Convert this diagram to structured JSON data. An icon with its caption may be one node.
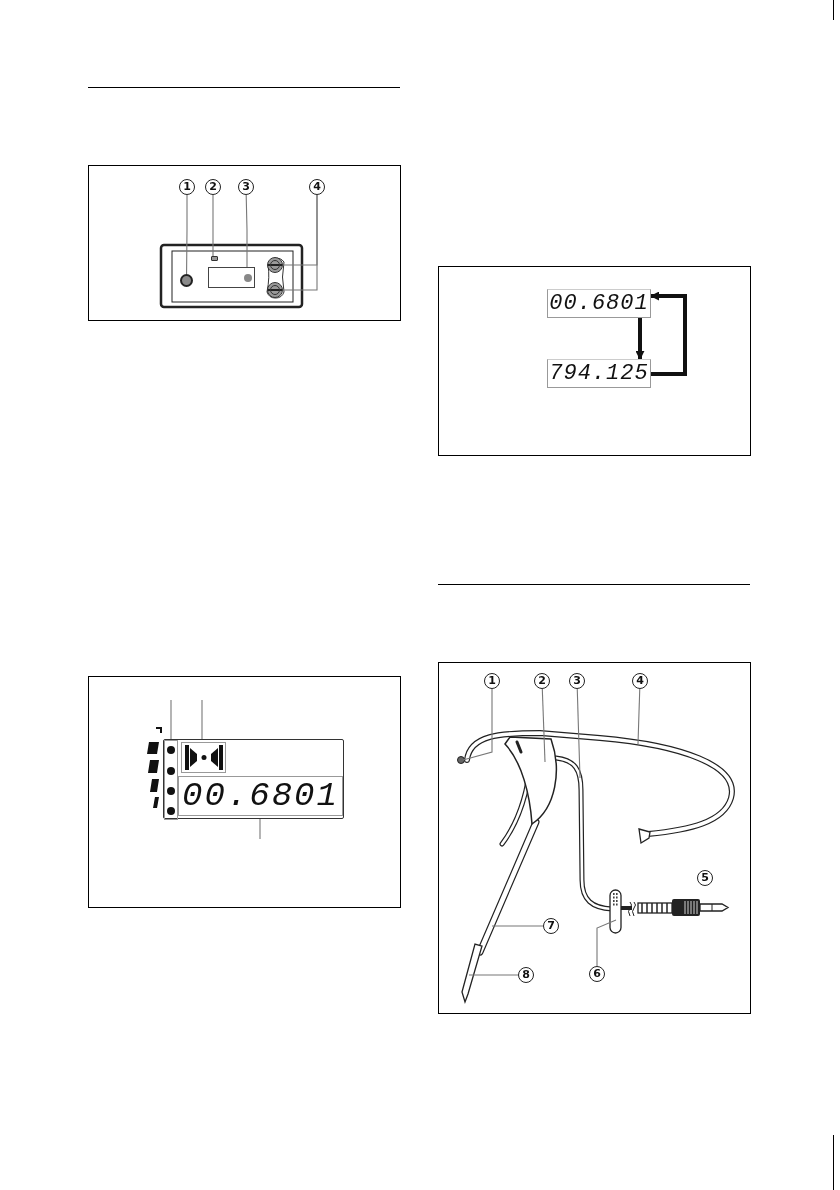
{
  "diagram": {
    "nodes": [
      {
        "text": [
          "1"
        ]
      },
      {
        "text": [
          "2"
        ]
      },
      {
        "text": [
          "3"
        ]
      },
      {
        "text": [
          "4"
        ]
      },
      {
        "text": [],
        "shape": "circle"
      },
      {
        "text": [],
        "shape": "box"
      },
      {
        "text": [],
        "shape": "box"
      },
      {
        "text": [],
        "shape": "circle"
      },
      {
        "text": [],
        "shape": "circle"
      },
      {
        "text": [],
        "shape": "box"
      },
      {
        "text": [],
        "shape": "box",
        "in": 9
      },
      {
        "text": [],
        "shape": "box",
        "in": 9
      },
      {
        "text": [
          "00.6801"
        ],
        "in": 9
      },
      {
        "text": [
          "00.6801"
        ]
      },
      {
        "text": [
          "794.125"
        ]
      },
      {
        "text": [
          "1"
        ]
      },
      {
        "text": [
          "2"
        ]
      },
      {
        "text": [
          "3"
        ]
      },
      {
        "text": [
          "4"
        ]
      },
      {
        "text": [
          "5"
        ]
      },
      {
        "text": [
          "6"
        ]
      },
      {
        "text": [
          "7"
        ]
      },
      {
        "text": [
          "8"
        ]
      }
    ],
    "edges": [
      {
        "from": 0,
        "to": 4,
        "arrow": "none"
      },
      {
        "from": 1,
        "to": 5,
        "arrow": "none"
      },
      {
        "from": 2,
        "to": 6,
        "arrow": "none"
      },
      {
        "from": 3,
        "to": 7,
        "arrow": "none"
      },
      {
        "from": 3,
        "to": 8,
        "arrow": "none"
      },
      {
        "from": null,
        "to": 10,
        "arrow": "none"
      },
      {
        "from": null,
        "to": 11,
        "arrow": "none"
      },
      {
        "from": null,
        "to": 12,
        "arrow": "none"
      },
      {
        "from": 14,
        "to": 13,
        "arrow": "to",
        "style": "thick",
        "color": "#111111"
      },
      {
        "from": 13,
        "to": 14,
        "arrow": "to",
        "style": "thick",
        "color": "#111111"
      },
      {
        "from": 15,
        "to": null,
        "arrow": "none"
      },
      {
        "from": 16,
        "to": null,
        "arrow": "none"
      },
      {
        "from": 17,
        "to": null,
        "arrow": "none"
      },
      {
        "from": 18,
        "to": null,
        "arrow": "none"
      },
      {
        "from": 20,
        "to": null,
        "arrow": "none"
      },
      {
        "from": 21,
        "to": null,
        "arrow": "none"
      },
      {
        "from": 22,
        "to": null,
        "arrow": "none"
      }
    ]
  }
}
